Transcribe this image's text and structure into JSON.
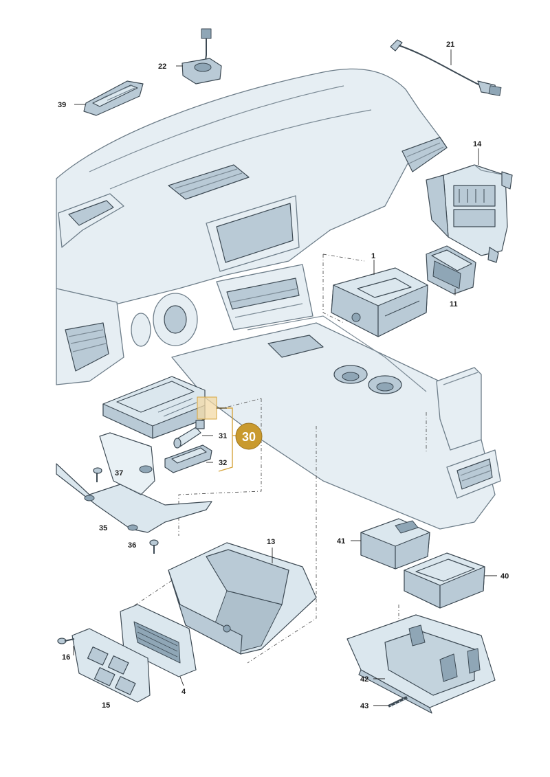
{
  "callouts": [
    {
      "id": "c1",
      "label": "1"
    },
    {
      "id": "c4",
      "label": "4"
    },
    {
      "id": "c11",
      "label": "11"
    },
    {
      "id": "c13",
      "label": "13"
    },
    {
      "id": "c14",
      "label": "14"
    },
    {
      "id": "c15",
      "label": "15"
    },
    {
      "id": "c16",
      "label": "16"
    },
    {
      "id": "c21",
      "label": "21"
    },
    {
      "id": "c22",
      "label": "22"
    },
    {
      "id": "c31",
      "label": "31"
    },
    {
      "id": "c32",
      "label": "32"
    },
    {
      "id": "c35",
      "label": "35"
    },
    {
      "id": "c36",
      "label": "36"
    },
    {
      "id": "c37",
      "label": "37"
    },
    {
      "id": "c39",
      "label": "39"
    },
    {
      "id": "c40",
      "label": "40"
    },
    {
      "id": "c41",
      "label": "41"
    },
    {
      "id": "c42",
      "label": "42"
    },
    {
      "id": "c43",
      "label": "43"
    }
  ],
  "highlight": {
    "label": "30",
    "color": "#c99a2e",
    "text_color": "#ffffff"
  },
  "colors": {
    "part_fill": "#dbe7ee",
    "outline": "#3d4a54",
    "ghost_fill": "#e6eef3"
  }
}
